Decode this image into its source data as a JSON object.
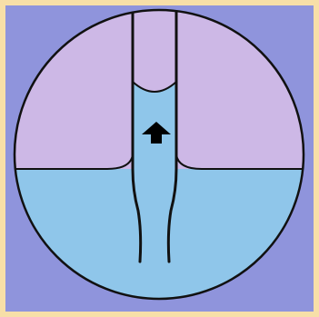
{
  "diagram": {
    "subject": "capillary rise",
    "colors": {
      "background": "#8f94dc",
      "frame_border": "#f7dfa8",
      "air": "#cdb8e6",
      "liquid": "#8fc6ea",
      "outline": "#111111",
      "arrow": "#000000"
    },
    "parts": {
      "container": "circle",
      "tube": "narrow-glass-tube",
      "meniscus": "concave",
      "arrow": "up"
    }
  }
}
